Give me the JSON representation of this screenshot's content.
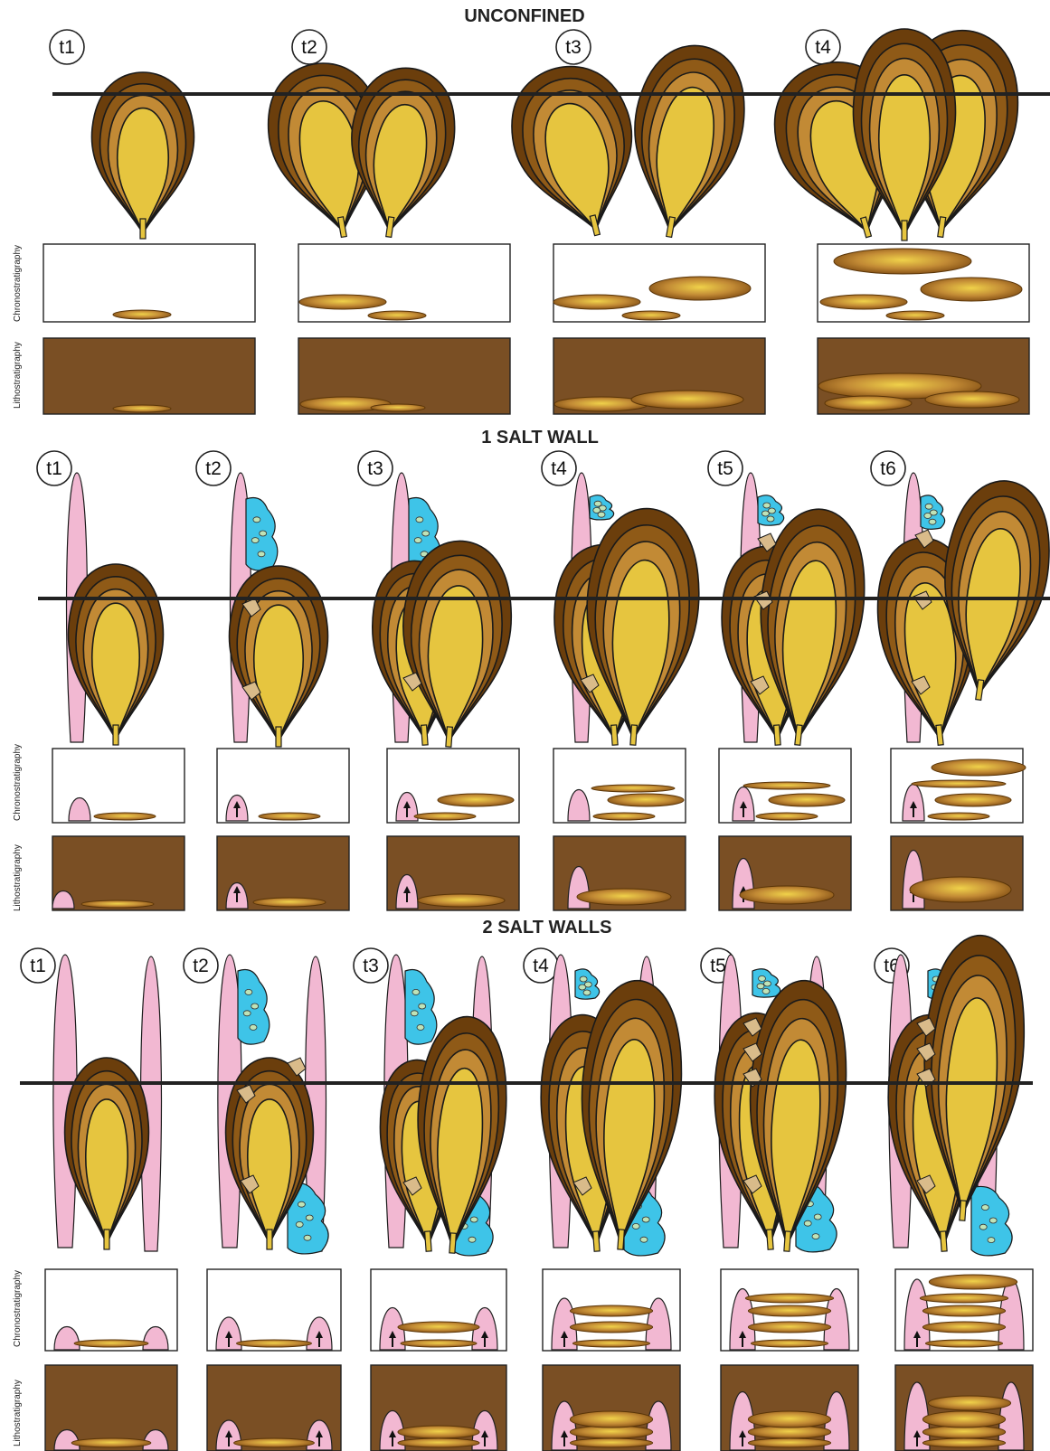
{
  "sections": [
    {
      "title": "UNCONFINED",
      "steps": [
        "t1",
        "t2",
        "t3",
        "t4"
      ],
      "row_labels": {
        "chrono": "Chronostratigraphy",
        "litho": "Lithostratigraphy"
      }
    },
    {
      "title": "1 SALT WALL",
      "steps": [
        "t1",
        "t2",
        "t3",
        "t4",
        "t5",
        "t6"
      ],
      "row_labels": {
        "chrono": "Chronostratigraphy",
        "litho": "Lithostratigraphy"
      }
    },
    {
      "title": "2 SALT WALLS",
      "steps": [
        "t1",
        "t2",
        "t3",
        "t4",
        "t5",
        "t6"
      ],
      "row_labels": {
        "chrono": "Chronostratigraphy",
        "litho": "Lithostratigraphy"
      }
    }
  ],
  "colors": {
    "lobe_outer": "#6b3e0c",
    "lobe_mid": "#8f5a17",
    "lobe_inner": "#c28a35",
    "lobe_core": "#e6c53f",
    "salt": "#f2b8d2",
    "debris": "#3ec4e8",
    "clast": "#d9bb8a",
    "mud": "#7a4f24",
    "line": "#222222"
  }
}
